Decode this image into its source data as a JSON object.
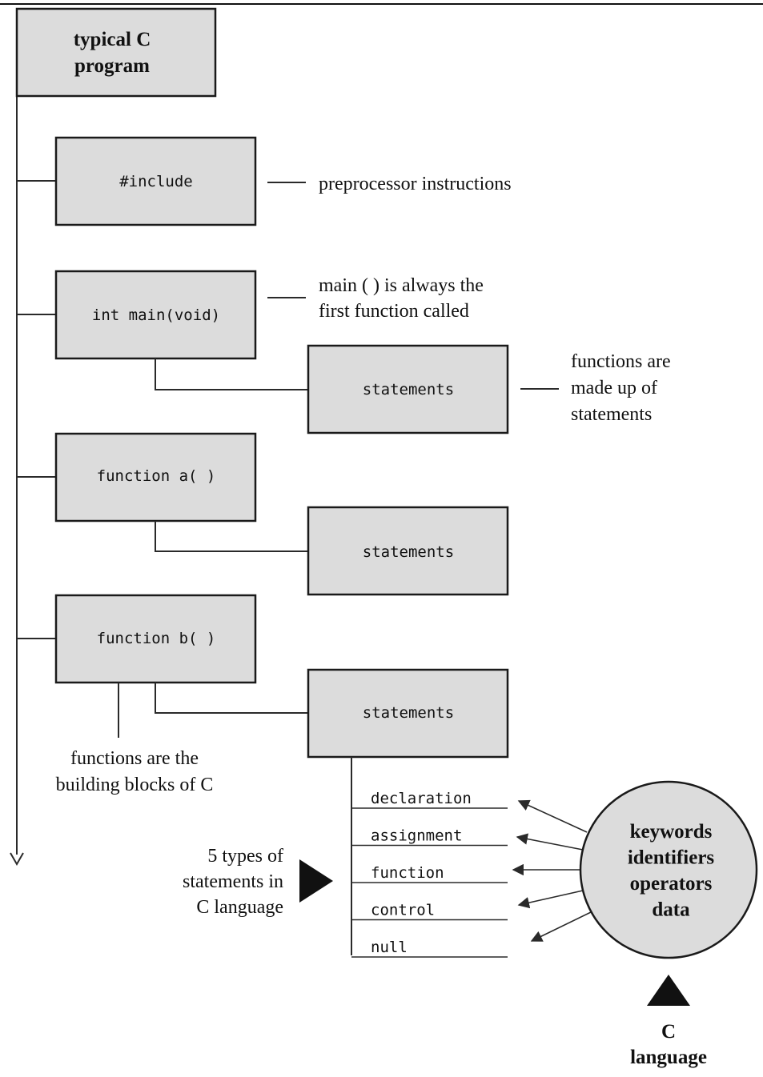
{
  "root": {
    "line1": "typical C",
    "line2": "program"
  },
  "boxes": {
    "include": "#include",
    "main": "int main(void)",
    "main_statements": "statements",
    "func_a": "function a( )",
    "a_statements": "statements",
    "func_b": "function b( )",
    "b_statements": "statements"
  },
  "annotations": {
    "preprocessor": "preprocessor instructions",
    "main_first_1": "main ( ) is always the",
    "main_first_2": "first function called",
    "made_of_1": "functions are",
    "made_of_2": "made up of",
    "made_of_3": "statements",
    "building_1": "functions are the",
    "building_2": "building blocks of C",
    "types_1": "5 types of",
    "types_2": "statements in",
    "types_3": "C language"
  },
  "statement_types": [
    "declaration",
    "assignment",
    "function",
    "control",
    "null"
  ],
  "language_circle": [
    "keywords",
    "identifiers",
    "operators",
    "data"
  ],
  "c_language": {
    "line1": "C",
    "line2": "language"
  }
}
